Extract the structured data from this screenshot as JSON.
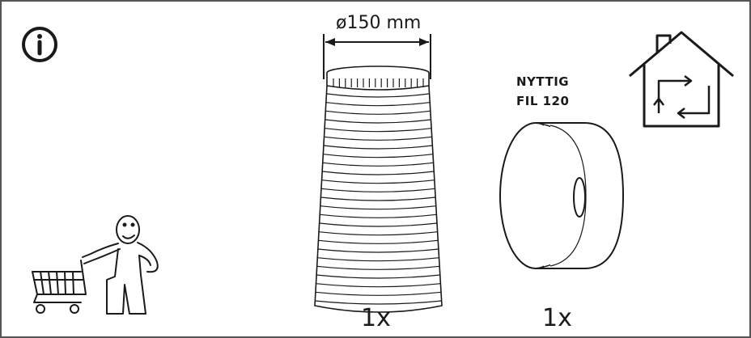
{
  "duct": {
    "diameter_label": "ø150 mm",
    "quantity": "1x"
  },
  "filter": {
    "name_line1": "NYTTIG",
    "name_line2": "FIL 120",
    "quantity": "1x"
  },
  "icons": [
    "info-icon",
    "house-recirculation-icon",
    "shopping-person-icon",
    "flexible-duct-icon",
    "filter-icon",
    "dimension-arrow-icon"
  ]
}
